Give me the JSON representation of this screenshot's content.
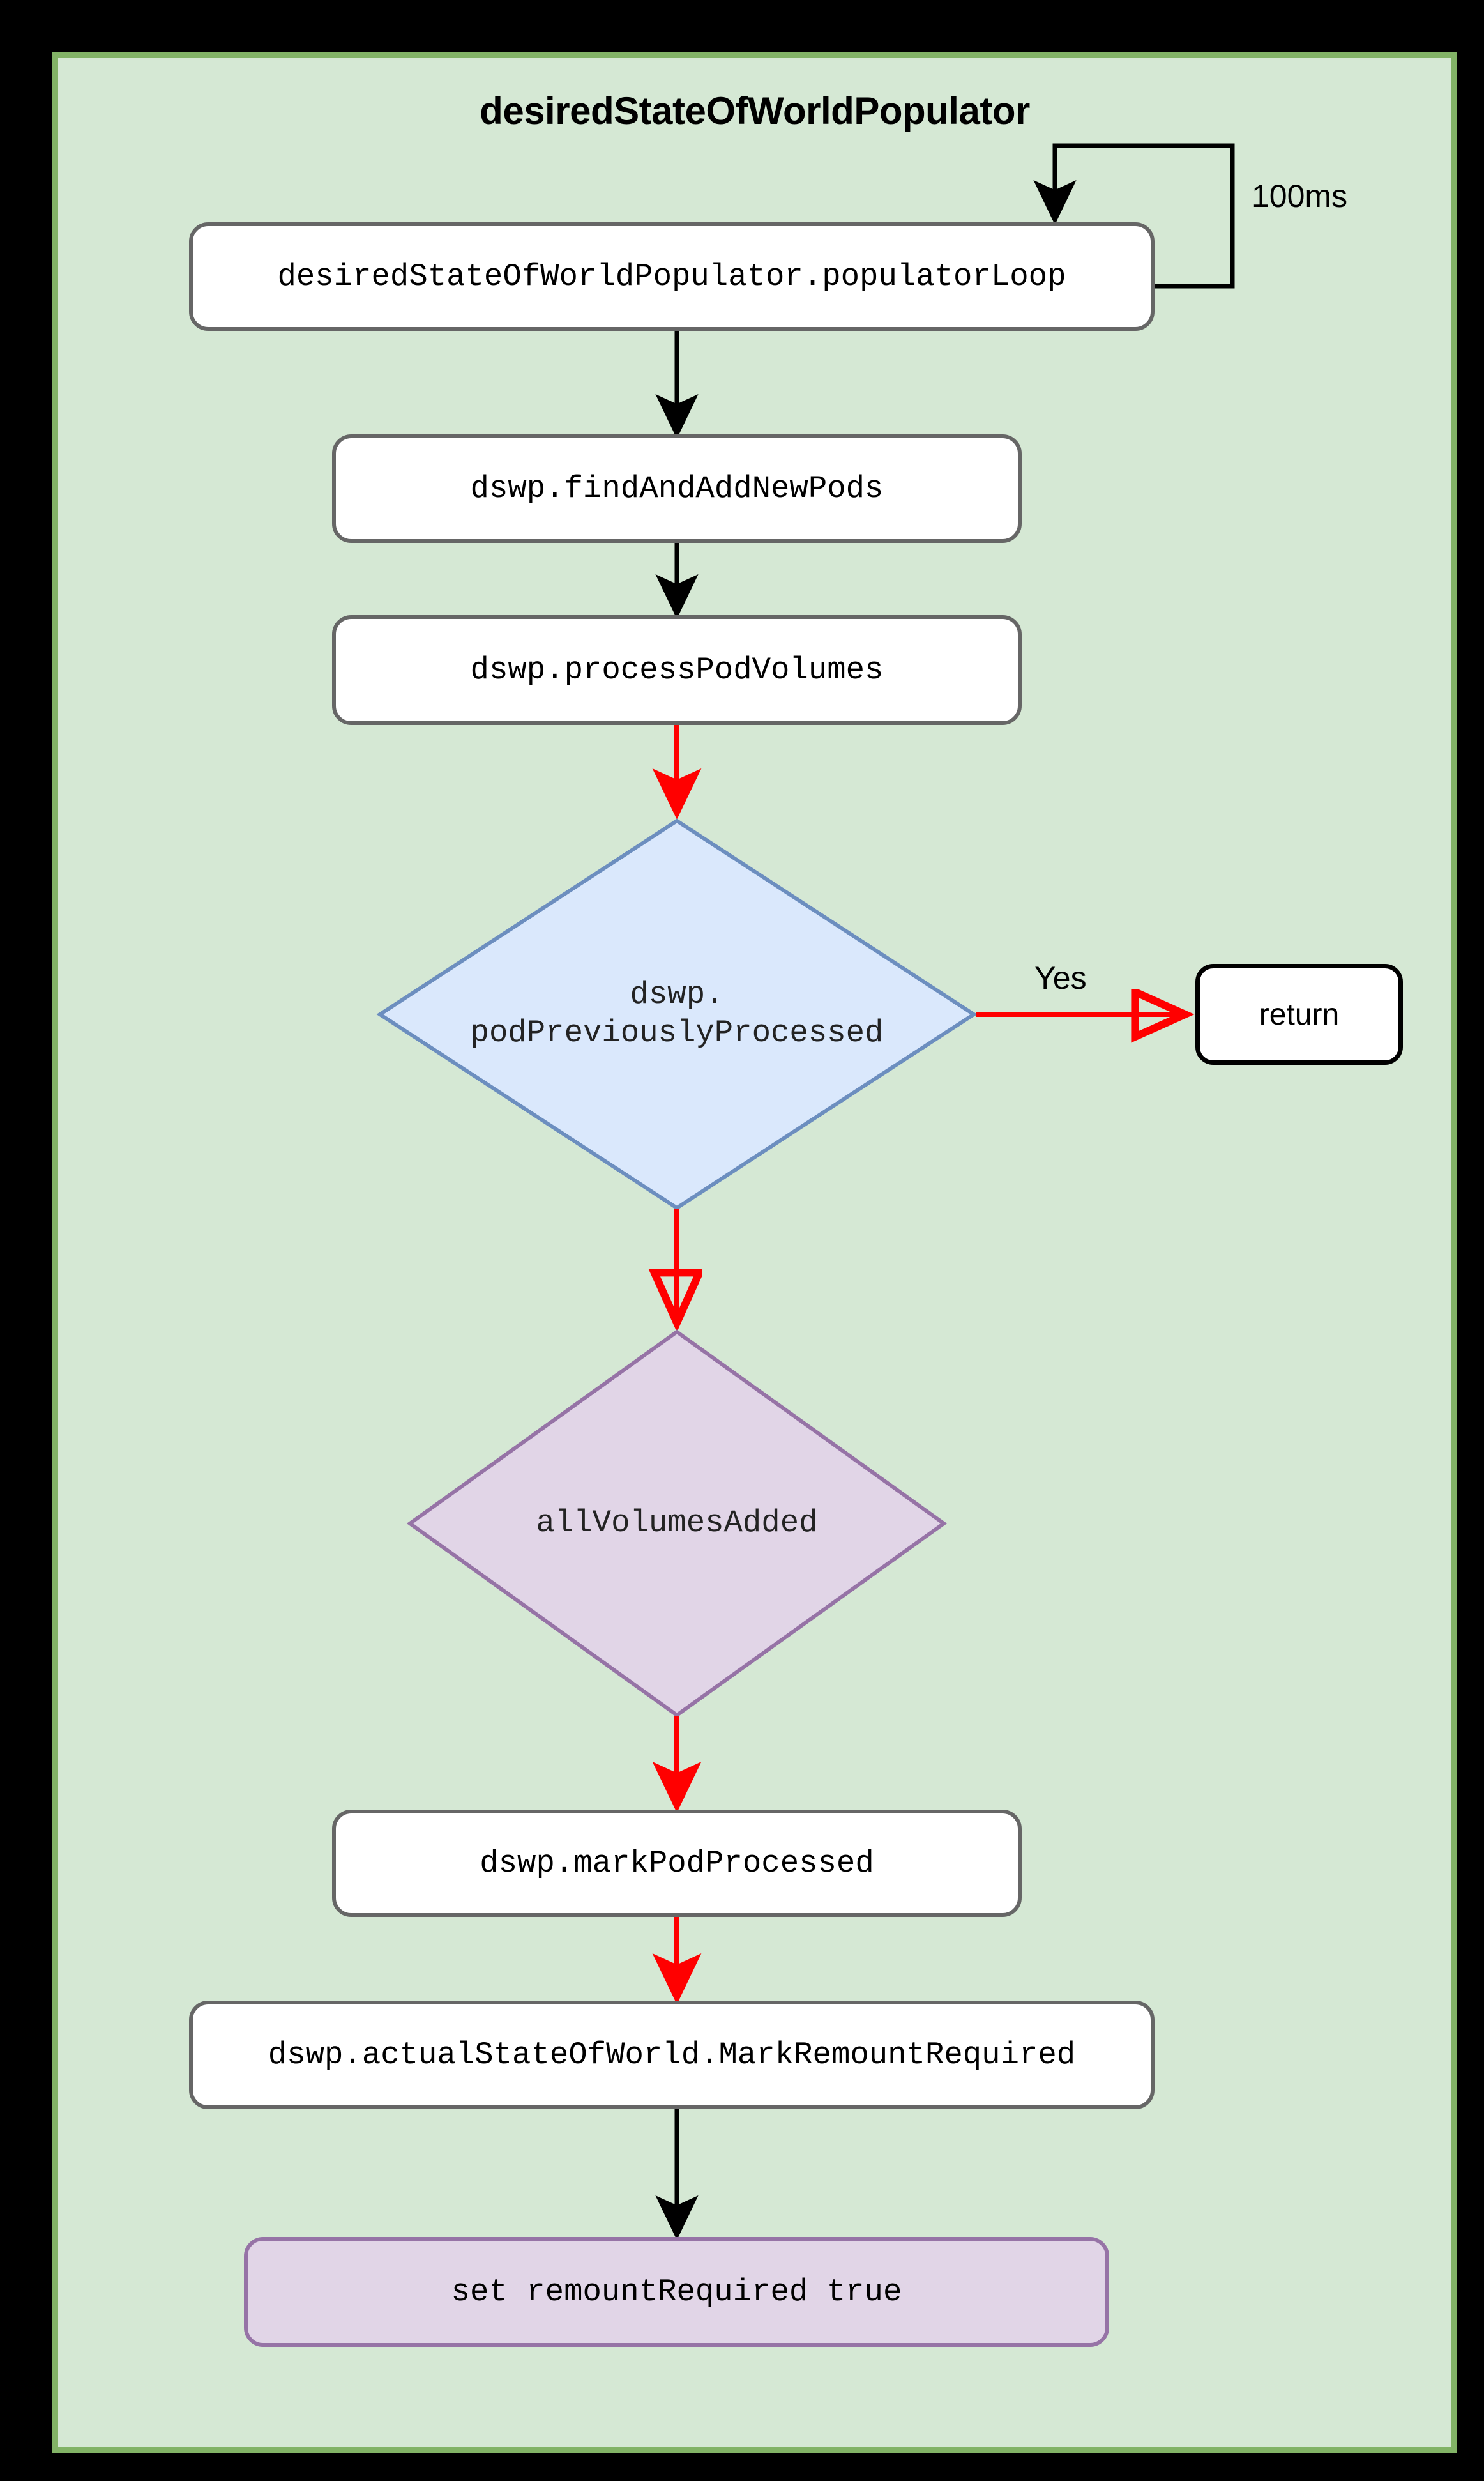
{
  "diagram": {
    "title": "desiredStateOfWorldPopulator",
    "background_color": "#d5e8d4",
    "border_color": "#82b366",
    "outer_color": "#000000"
  },
  "nodes": {
    "populator_loop": {
      "label": "desiredStateOfWorldPopulator.populatorLoop",
      "shape": "rounded-rect",
      "fill": "#ffffff",
      "stroke": "#666666"
    },
    "find_add_new_pods": {
      "label": "dswp.findAndAddNewPods",
      "shape": "rounded-rect",
      "fill": "#ffffff",
      "stroke": "#666666"
    },
    "process_pod_volumes": {
      "label": "dswp.processPodVolumes",
      "shape": "rounded-rect",
      "fill": "#ffffff",
      "stroke": "#666666"
    },
    "pod_previously_processed": {
      "label": "dswp.\npodPreviouslyProcessed",
      "shape": "diamond",
      "fill": "#dae8fc",
      "stroke": "#6c8ebf"
    },
    "return_node": {
      "label": "return",
      "shape": "terminator",
      "fill": "#ffffff",
      "stroke": "#000000"
    },
    "all_volumes_added": {
      "label": "allVolumesAdded",
      "shape": "diamond",
      "fill": "#e1d5e7",
      "stroke": "#9673a6"
    },
    "mark_pod_processed": {
      "label": "dswp.markPodProcessed",
      "shape": "rounded-rect",
      "fill": "#ffffff",
      "stroke": "#666666"
    },
    "mark_remount_required": {
      "label": "dswp.actualStateOfWorld.MarkRemountRequired",
      "shape": "rounded-rect",
      "fill": "#ffffff",
      "stroke": "#666666"
    },
    "set_remount_required": {
      "label": "set remountRequired true",
      "shape": "rounded-rect",
      "fill": "#e1d5e7",
      "stroke": "#9673a6"
    }
  },
  "edges": {
    "loop_back": {
      "label": "100ms",
      "color": "#000000"
    },
    "loop_to_find": {
      "label": "",
      "color": "#000000"
    },
    "find_to_process": {
      "label": "",
      "color": "#000000"
    },
    "process_to_decision": {
      "label": "",
      "color": "#ff0000"
    },
    "decision_to_return": {
      "label": "Yes",
      "color": "#ff0000"
    },
    "decision_to_allvolumes": {
      "label": "",
      "color": "#ff0000"
    },
    "allvolumes_to_mark": {
      "label": "",
      "color": "#ff0000"
    },
    "mark_to_remount": {
      "label": "",
      "color": "#ff0000"
    },
    "remount_to_set": {
      "label": "",
      "color": "#000000"
    }
  }
}
